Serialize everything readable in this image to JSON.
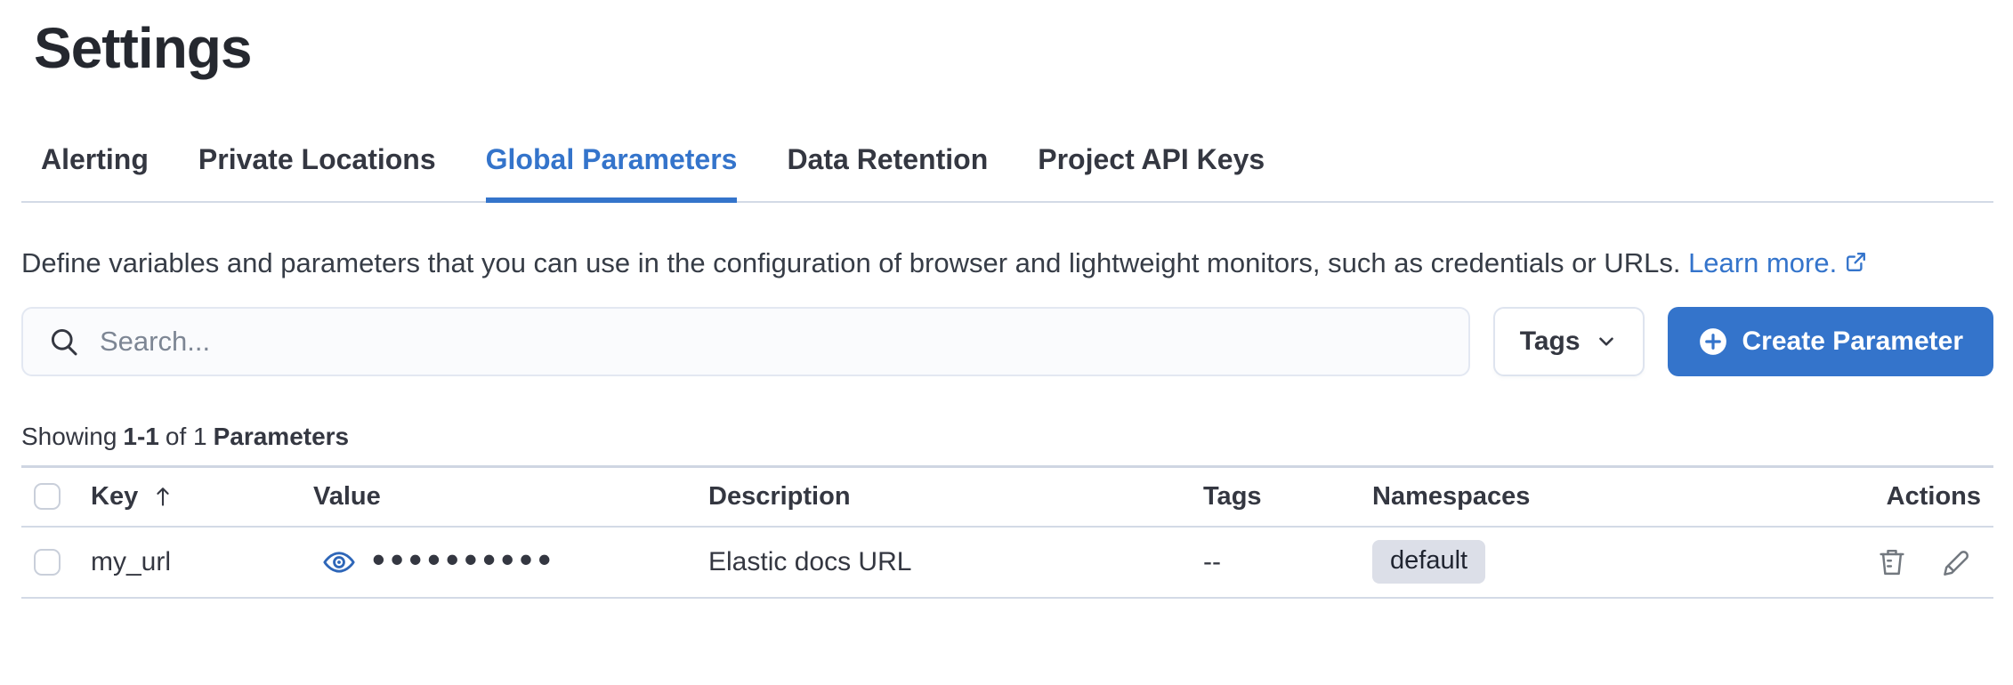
{
  "page": {
    "title": "Settings"
  },
  "tabs": [
    {
      "label": "Alerting"
    },
    {
      "label": "Private Locations"
    },
    {
      "label": "Global Parameters"
    },
    {
      "label": "Data Retention"
    },
    {
      "label": "Project API Keys"
    }
  ],
  "active_tab": "Global Parameters",
  "description": {
    "text": "Define variables and parameters that you can use in the configuration of browser and lightweight monitors, such as credentials or URLs.",
    "link_label": "Learn more."
  },
  "toolbar": {
    "search_placeholder": "Search...",
    "search_value": "",
    "tags_button_label": "Tags",
    "create_button_label": "Create Parameter"
  },
  "summary": {
    "prefix": "Showing",
    "range": "1-1",
    "middle": "of 1",
    "entity": "Parameters"
  },
  "table": {
    "columns": {
      "key": "Key",
      "value": "Value",
      "description": "Description",
      "tags": "Tags",
      "namespaces": "Namespaces",
      "actions": "Actions"
    },
    "sort": {
      "column": "Key",
      "direction": "ascending"
    },
    "rows": [
      {
        "key": "my_url",
        "value_masked": "••••••••••",
        "description": "Elastic docs URL",
        "tags": "--",
        "namespace": "default"
      }
    ]
  },
  "icons": {
    "search": "magnifier",
    "tags_dropdown": "chevron-down",
    "create": "plus-in-circle",
    "learn_more": "external-link",
    "value_reveal": "eye",
    "sort": "sort-up-arrow",
    "delete": "trash",
    "edit": "pencil"
  },
  "colors": {
    "primary": "#3474cb",
    "text": "#343741",
    "border": "#d3dae6",
    "badge-bg": "#dcdfe8",
    "icon-gray": "#72787f"
  }
}
